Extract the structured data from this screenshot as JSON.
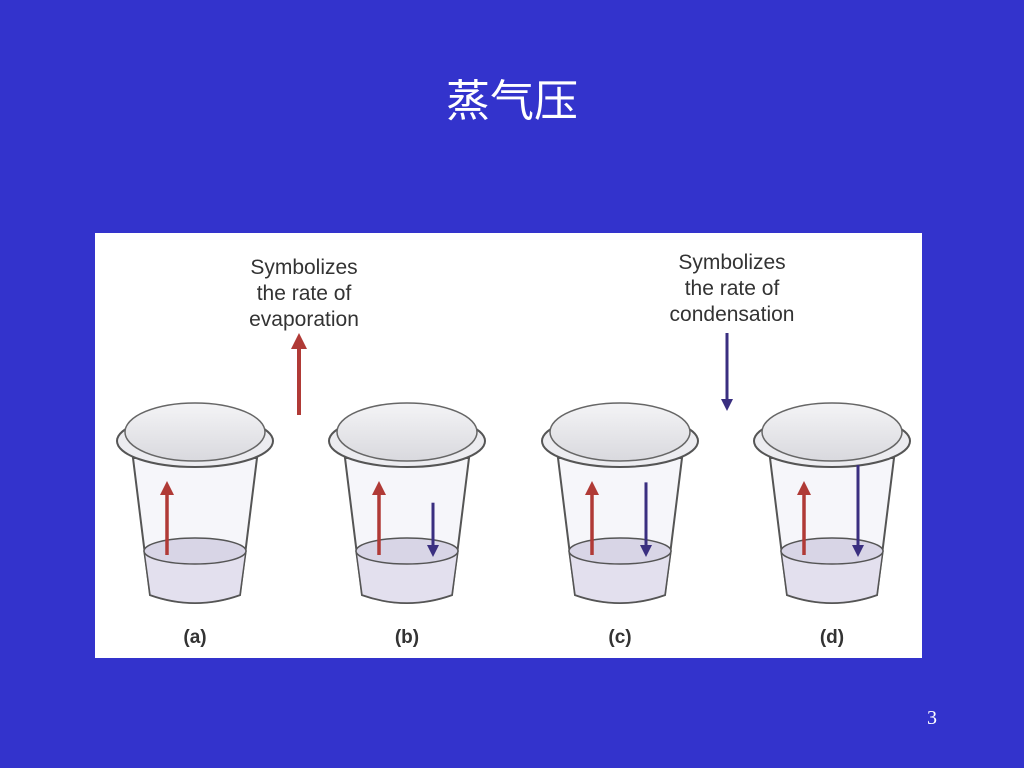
{
  "slide": {
    "title": "蒸气压",
    "page_number": "3"
  },
  "figure": {
    "evaporation_callout": [
      "Symbolizes",
      "the rate of",
      "evaporation"
    ],
    "condensation_callout": [
      "Symbolizes",
      "the rate of",
      "condensation"
    ],
    "cups": [
      {
        "label": "(a)",
        "condensation_arrow_length": 0
      },
      {
        "label": "(b)",
        "condensation_arrow_length": 0.35
      },
      {
        "label": "(c)",
        "condensation_arrow_length": 0.7
      },
      {
        "label": "(d)",
        "condensation_arrow_length": 1.0
      }
    ],
    "colors": {
      "background": "#3333cc",
      "evaporation_arrow": "#b03a36",
      "condensation_arrow": "#3a2f80",
      "liquid": "#e3e0ee"
    }
  }
}
